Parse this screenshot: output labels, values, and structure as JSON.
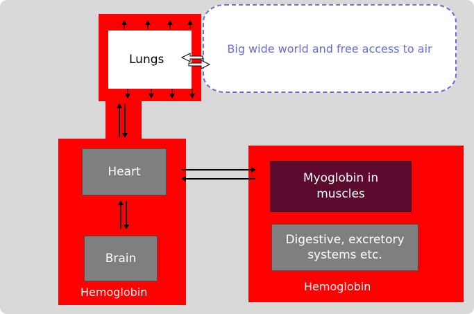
{
  "lungs": {
    "label": "Lungs"
  },
  "cloud": {
    "text": "Big wide world and free access to air"
  },
  "heart": {
    "label": "Heart"
  },
  "brain": {
    "label": "Brain"
  },
  "left_panel": {
    "caption": "Hemoglobin"
  },
  "right_panel": {
    "myoglobin_label": "Myoglobin in\nmuscles",
    "digestive_label": "Digestive, excretory\nsystems etc.",
    "caption": "Hemoglobin"
  },
  "colors": {
    "background": "#d9d9d9",
    "blood_red": "#ff0000",
    "organ_gray": "#7f7f7f",
    "myoglobin": "#5c0a2e",
    "cloud_text": "#6b6bd6"
  }
}
